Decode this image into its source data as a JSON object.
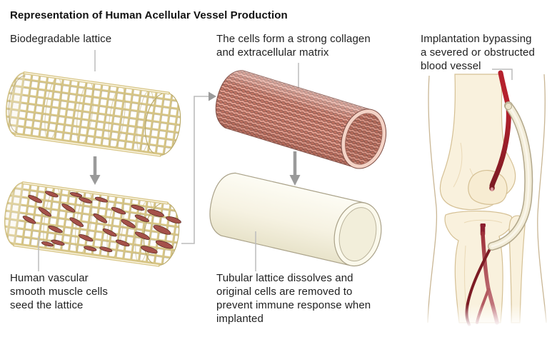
{
  "title": "Representation of Human Acellular Vessel Production",
  "labels": {
    "lattice": "Biodegradable lattice",
    "seed": "Human vascular\nsmooth muscle cells\nseed the lattice",
    "collagen": "The cells form a strong collagen\nand extracellular matrix",
    "dissolve": "Tubular lattice dissolves and\noriginal cells are removed to\nprevent immune response when\nimplanted",
    "implant": "Implantation bypassing\na severed or obstructed\nblood vessel"
  },
  "palette": {
    "background": "#ffffff",
    "text": "#1f1f1f",
    "leader_line": "#bcbcbc",
    "arrow_gray": "#9a9a9a",
    "lattice_strand": "#d7c584",
    "lattice_strand_shadow": "#83713f",
    "muscle_cell_red": "#a5514a",
    "collagen_base": "#e6a192",
    "collagen_outline": "#7c4b42",
    "collagen_nucleus": "#c4705e",
    "collagen_rim": "#f4d3c6",
    "cream_tube": "#f6f2e2",
    "cream_outline": "#a9a188",
    "bone_fill": "#f9f1dd",
    "bone_outline": "#d5c094",
    "skin_outline": "#c9b694",
    "artery_red": "#b5212d",
    "artery_obstructed": "#7d1b24",
    "graft_fill": "#f2ecd8",
    "graft_outline": "#b2a78a"
  }
}
